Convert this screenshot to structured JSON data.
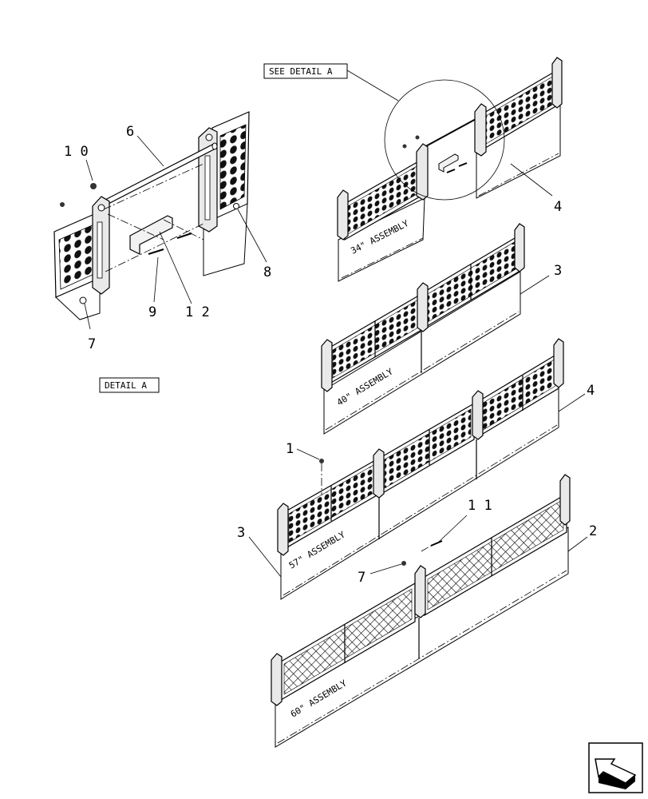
{
  "labels": {
    "see_detail": "SEE DETAIL A",
    "detail": "DETAIL A"
  },
  "assemblies": {
    "a34": "34\" ASSEMBLY",
    "a40": "40\" ASSEMBLY",
    "a57": "57\" ASSEMBLY",
    "a60": "60\" ASSEMBLY"
  },
  "callouts": {
    "c10": "1 0",
    "c6": "6",
    "c7a": "7",
    "c9": "9",
    "c12": "1 2",
    "c8": "8",
    "c4a": "4",
    "c3a": "3",
    "c4b": "4",
    "c1": "1",
    "c3b": "3",
    "c11": "1 1",
    "c7b": "7",
    "c2": "2"
  },
  "nav": {
    "icon": "next-page-arrow-icon"
  }
}
